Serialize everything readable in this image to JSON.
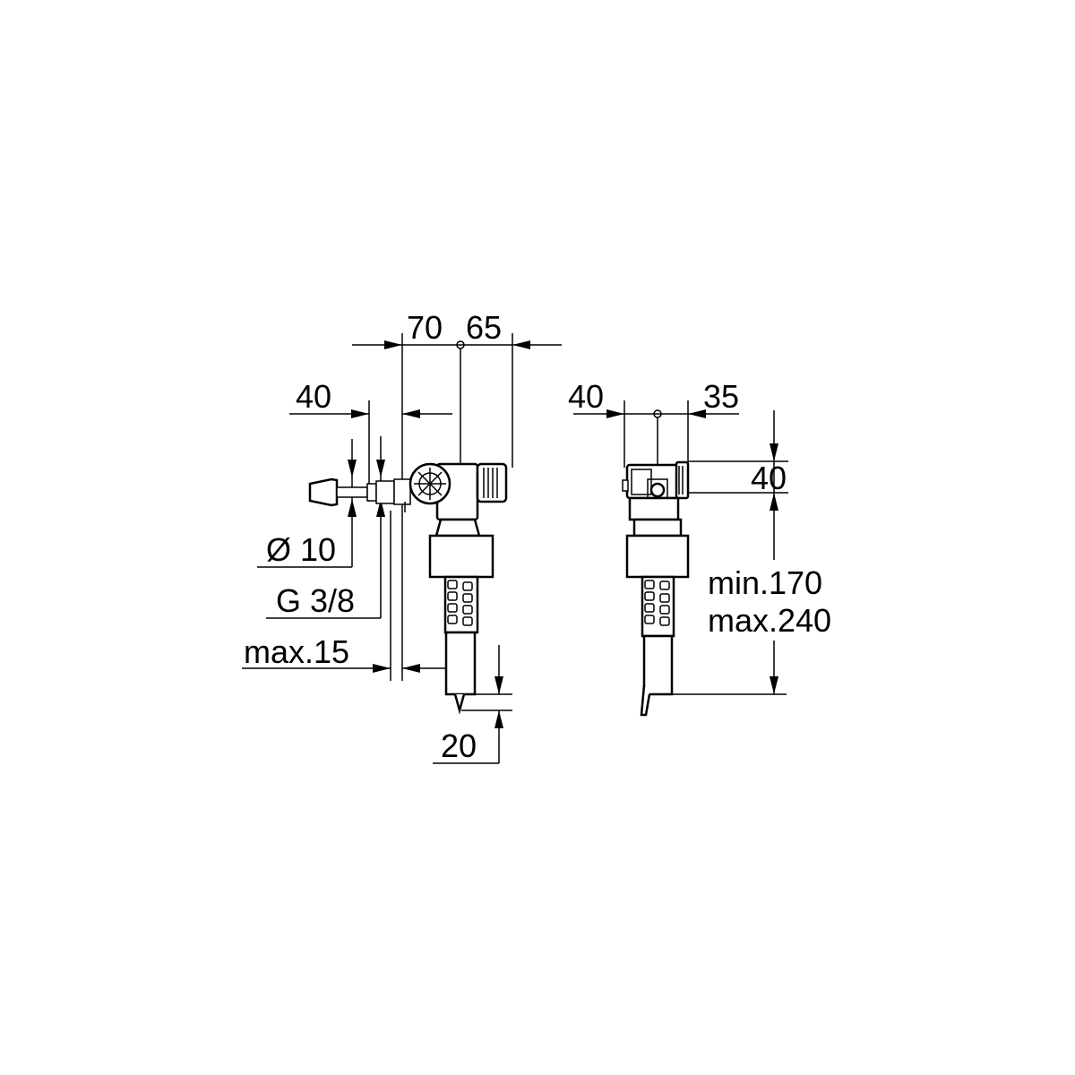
{
  "drawing": {
    "front_view": {
      "dim_top_left": "70",
      "dim_top_right": "65",
      "dim_offset": "40",
      "dim_diameter": "Ø 10",
      "dim_thread": "G 3/8",
      "dim_max": "max.15",
      "dim_tip": "20"
    },
    "side_view": {
      "dim_left": "40",
      "dim_right": "35",
      "dim_head": "40",
      "dim_height_min": "min.170",
      "dim_height_max": "max.240"
    }
  }
}
